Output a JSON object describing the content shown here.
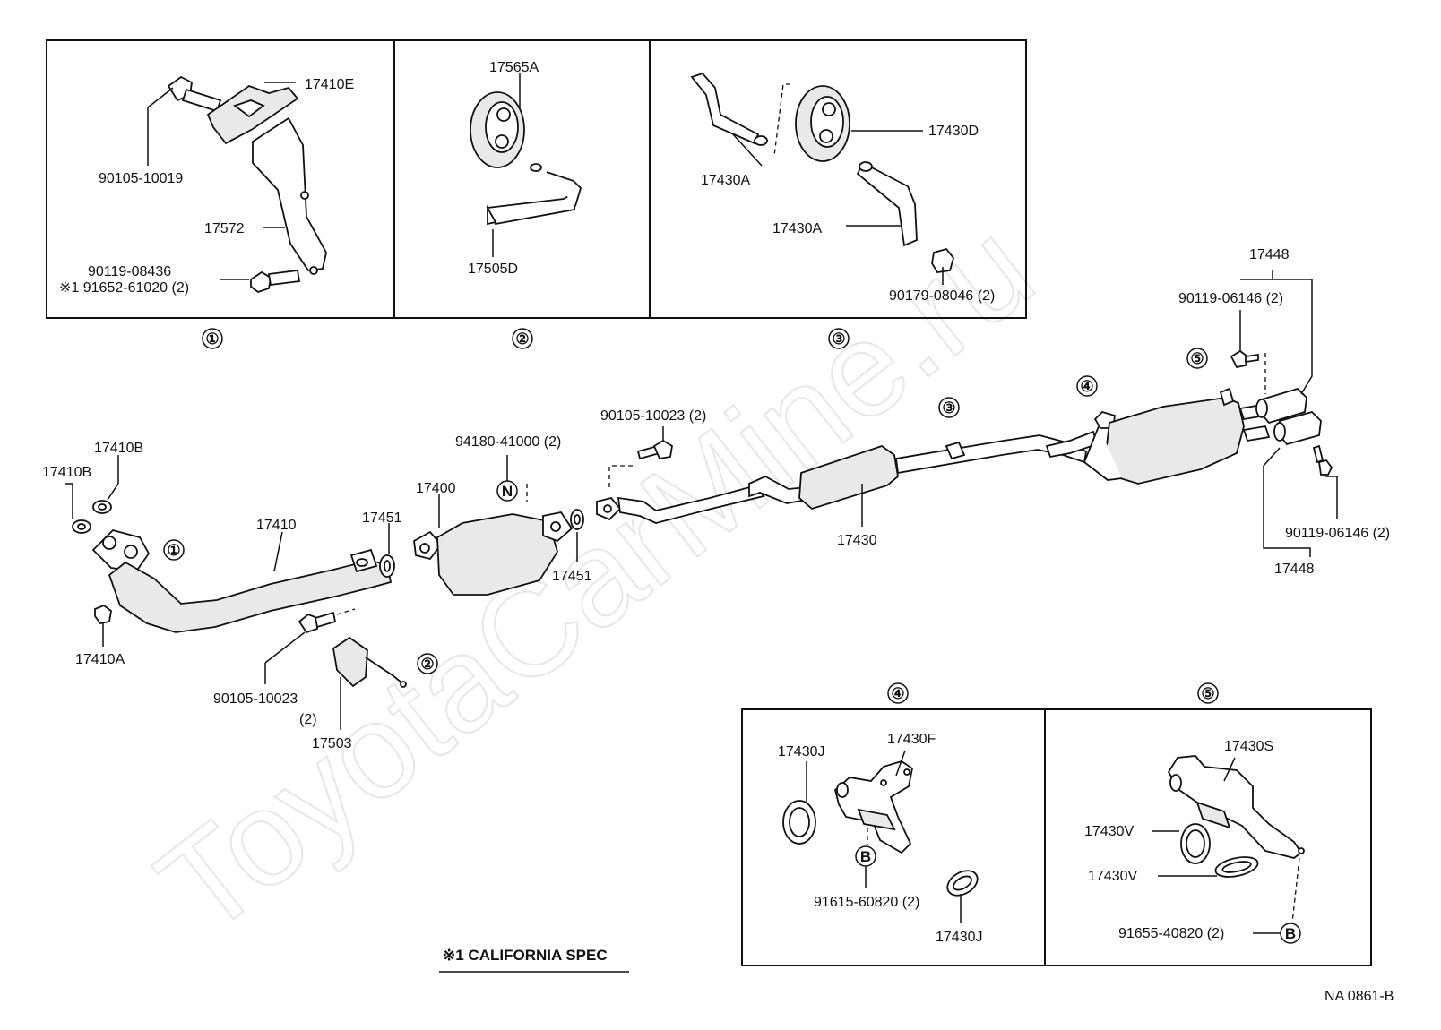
{
  "watermark": "ToyotaCarMine.ru",
  "footer": {
    "spec_note": "※1 CALIFORNIA SPEC",
    "drawing_code": "NA 0861-B"
  },
  "callouts": {
    "c1": "①",
    "c2": "②",
    "c3": "③",
    "c4": "④",
    "c5": "⑤",
    "n": "N",
    "b": "B"
  },
  "box1": {
    "p17410E": "17410E",
    "p90105_10019": "90105-10019",
    "p17572": "17572",
    "p90119_08436": "90119-08436",
    "p91652_61020": "※1 91652-61020 (2)"
  },
  "box2": {
    "p17565A": "17565A",
    "p17505D": "17505D"
  },
  "box3": {
    "p17430A_top": "17430A",
    "p17430D": "17430D",
    "p17430A_bottom": "17430A",
    "p90179_08046": "90179-08046 (2)"
  },
  "box4": {
    "p17430J_top": "17430J",
    "p17430F": "17430F",
    "p91615_60820": "91615-60820 (2)",
    "p17430J_bottom": "17430J"
  },
  "box5": {
    "p17430S": "17430S",
    "p17430V_top": "17430V",
    "p17430V_bottom": "17430V",
    "p91655_40820": "91655-40820 (2)"
  },
  "main": {
    "p17410B_a": "17410B",
    "p17410B_b": "17410B",
    "p17410A": "17410A",
    "p17410": "17410",
    "p17451_a": "17451",
    "p17451_b": "17451",
    "p17400": "17400",
    "p94180_41000": "94180-41000 (2)",
    "p90105_10023_a": "90105-10023 (2)",
    "p90105_10023_b": "90105-10023",
    "p90105_10023_b_qty": "(2)",
    "p17503": "17503",
    "p17430": "17430",
    "p17448_top": "17448",
    "p90119_06146_a": "90119-06146 (2)",
    "p90119_06146_b": "90119-06146 (2)",
    "p17448_bottom": "17448"
  }
}
